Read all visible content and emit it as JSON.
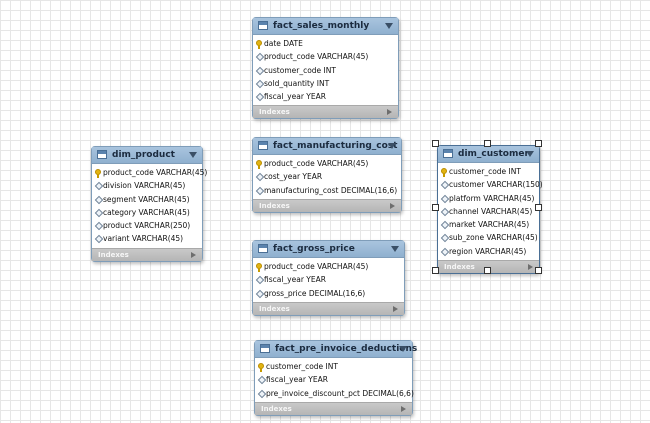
{
  "tables": [
    {
      "id": "fact_sales_monthly",
      "name": "fact_sales_monthly",
      "columns": [
        {
          "text": "date DATE",
          "key": true
        },
        {
          "text": "product_code VARCHAR(45)",
          "key": false
        },
        {
          "text": "customer_code INT",
          "key": false
        },
        {
          "text": "sold_quantity INT",
          "key": false
        },
        {
          "text": "fiscal_year YEAR",
          "key": false
        }
      ],
      "footer": "Indexes"
    },
    {
      "id": "dim_product",
      "name": "dim_product",
      "columns": [
        {
          "text": "product_code VARCHAR(45)",
          "key": true
        },
        {
          "text": "division VARCHAR(45)",
          "key": false
        },
        {
          "text": "segment VARCHAR(45)",
          "key": false
        },
        {
          "text": "category VARCHAR(45)",
          "key": false
        },
        {
          "text": "product VARCHAR(250)",
          "key": false
        },
        {
          "text": "variant VARCHAR(45)",
          "key": false
        }
      ],
      "footer": "Indexes"
    },
    {
      "id": "fact_manufacturing_cost",
      "name": "fact_manufacturing_cost",
      "columns": [
        {
          "text": "product_code VARCHAR(45)",
          "key": true
        },
        {
          "text": "cost_year YEAR",
          "key": false
        },
        {
          "text": "manufacturing_cost DECIMAL(16,6)",
          "key": false
        }
      ],
      "footer": "Indexes"
    },
    {
      "id": "dim_customer",
      "name": "dim_customer",
      "columns": [
        {
          "text": "customer_code INT",
          "key": true
        },
        {
          "text": "customer VARCHAR(150)",
          "key": false
        },
        {
          "text": "platform VARCHAR(45)",
          "key": false
        },
        {
          "text": "channel VARCHAR(45)",
          "key": false
        },
        {
          "text": "market VARCHAR(45)",
          "key": false
        },
        {
          "text": "sub_zone VARCHAR(45)",
          "key": false
        },
        {
          "text": "region VARCHAR(45)",
          "key": false
        }
      ],
      "footer": "Indexes",
      "selected": true
    },
    {
      "id": "fact_gross_price",
      "name": "fact_gross_price",
      "columns": [
        {
          "text": "product_code VARCHAR(45)",
          "key": true
        },
        {
          "text": "fiscal_year YEAR",
          "key": false
        },
        {
          "text": "gross_price DECIMAL(16,6)",
          "key": false
        }
      ],
      "footer": "Indexes"
    },
    {
      "id": "fact_pre_invoice_deductions",
      "name": "fact_pre_invoice_deductions",
      "columns": [
        {
          "text": "customer_code INT",
          "key": true
        },
        {
          "text": "fiscal_year YEAR",
          "key": false
        },
        {
          "text": "pre_invoice_discount_pct DECIMAL(6,6)",
          "key": false
        }
      ],
      "footer": "Indexes"
    }
  ]
}
